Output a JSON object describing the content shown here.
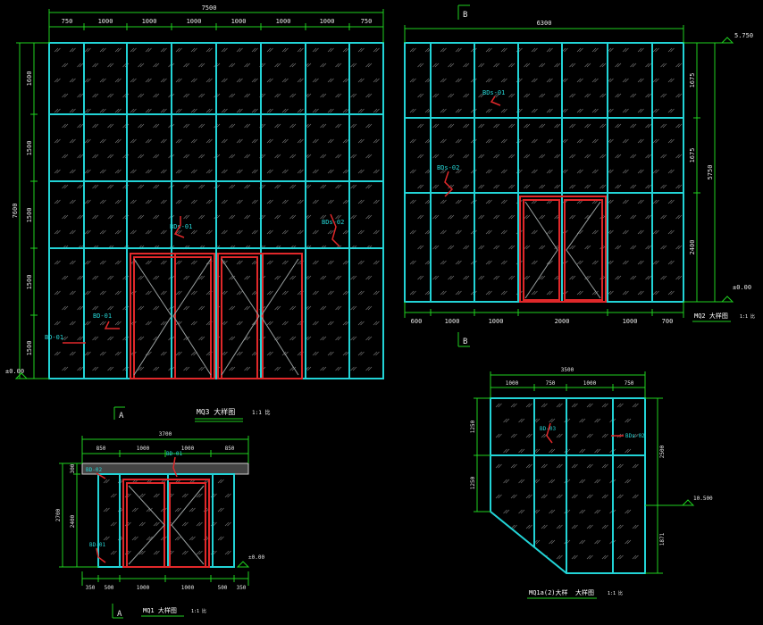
{
  "colors": {
    "background": "#000000",
    "frame": "#22d3d6",
    "glass_hatch": "#d8d8d8",
    "dimension": "#1fd11f",
    "door_leaf": "#e0282a",
    "tag_text": "#25d6d6",
    "title_text": "#ffffff"
  },
  "icons": [
    "elevation-marker-icon",
    "section-marker-icon"
  ],
  "elevations": [
    {
      "id": "mq3",
      "title": "MQ3 大样图",
      "scale": "1:1 比",
      "section_marker": "A",
      "overall_width": "7500",
      "col_dims": [
        "750",
        "1000",
        "1000",
        "1000",
        "1000",
        "1000",
        "1000",
        "750"
      ],
      "overall_height": "7600",
      "row_dims": [
        "1600",
        "1500",
        "1500",
        "1500",
        "1500"
      ],
      "base_level": "±0.00",
      "tags": [
        "BDs-01",
        "BDs-02",
        "BD-01",
        "BD-01"
      ]
    },
    {
      "id": "mq2",
      "title": "MQ2 大样图",
      "scale": "1:1 比",
      "section_marker": "B",
      "overall_width": "6300",
      "col_dims": [
        "600",
        "1000",
        "1000",
        "2000",
        "1000",
        "700"
      ],
      "overall_height": "5750",
      "row_dims": [
        "1675",
        "1675",
        "2400"
      ],
      "top_level": "5.750",
      "base_level": "±0.00",
      "tags": [
        "BDs-01",
        "BDs-02"
      ]
    },
    {
      "id": "mq1",
      "title": "MQ1 大样图",
      "scale": "1:1 比",
      "section_marker": "A",
      "overall_width": "3700",
      "top_dims": [
        "850",
        "1000",
        "1000",
        "850"
      ],
      "bottom_dims": [
        "350",
        "500",
        "1000",
        "1000",
        "500",
        "350"
      ],
      "overall_height": "2700",
      "row_dims": [
        "300",
        "2400"
      ],
      "base_level": "±0.00",
      "tags": [
        "BD-01",
        "BD-02",
        "BD-01"
      ]
    },
    {
      "id": "mq1a",
      "title": "MQ1a(2)大样",
      "title_suffix": "大样图",
      "scale": "1:1 比",
      "overall_width": "3500",
      "col_dims": [
        "1000",
        "750",
        "1000",
        "750"
      ],
      "left_dims": [
        "1250",
        "1250"
      ],
      "right_dims": [
        "2500",
        "1871"
      ],
      "mid_level": "10.500",
      "tags": [
        "BD-03",
        "BDs-02"
      ]
    }
  ]
}
